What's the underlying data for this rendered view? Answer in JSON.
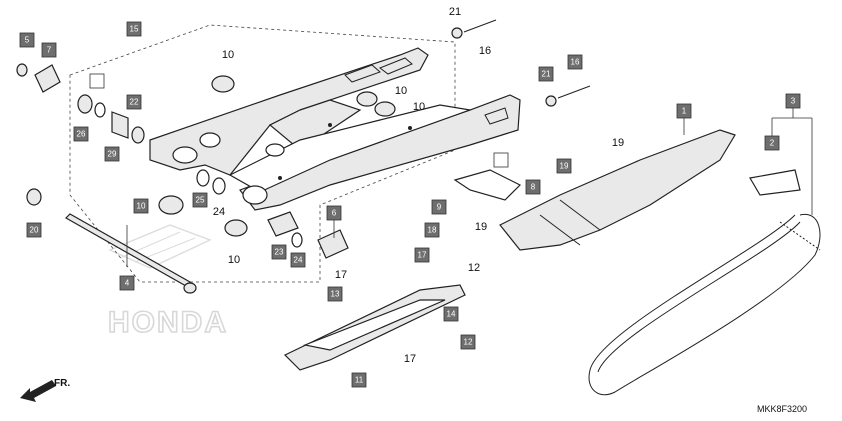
{
  "diagram_code": "MKK8F3200",
  "front_label": "FR.",
  "watermark": "HONDA",
  "callouts_boxed": [
    "5",
    "7",
    "15",
    "26",
    "29",
    "22",
    "21",
    "16",
    "20",
    "10",
    "25",
    "4",
    "6",
    "23",
    "24",
    "1",
    "19",
    "9",
    "18",
    "17",
    "13",
    "14",
    "12",
    "11",
    "3",
    "2",
    "8"
  ],
  "callouts_plain": [
    "21",
    "16",
    "10",
    "10",
    "24",
    "10",
    "19",
    "19",
    "17",
    "12",
    "17",
    "10"
  ],
  "colors": {
    "callout_fill": "#6e6e6e",
    "line": "#222222",
    "part_fill": "#e9e9e9"
  }
}
